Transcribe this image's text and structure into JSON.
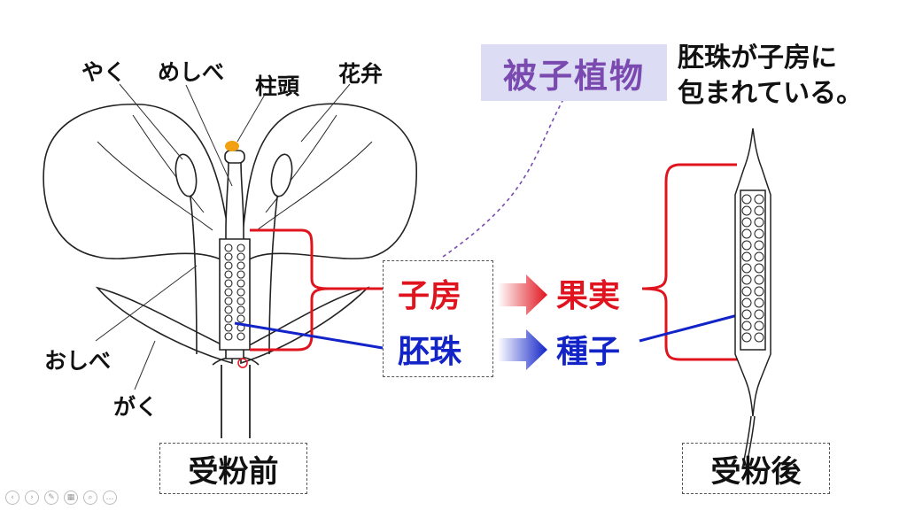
{
  "labels": {
    "anther": "やく",
    "pistil": "めしべ",
    "stigma": "柱頭",
    "petal": "花弁",
    "stamen": "おしべ",
    "sepal": "がく"
  },
  "title": "被子植物",
  "note": {
    "line1": "胚珠が子房に",
    "line2": "包まれている。"
  },
  "terms": {
    "ovary": "子房",
    "ovule": "胚珠",
    "fruit": "果実",
    "seed": "種子"
  },
  "captions": {
    "before": "受粉前",
    "after": "受粉後"
  },
  "colors": {
    "red": "#e0141e",
    "blue": "#1224c8",
    "title_purple": "#7a4ab0",
    "title_bg": "#dcdcf4",
    "stigma_orange": "#f0a010"
  },
  "toolbar_icons": [
    "prev-icon",
    "play-icon",
    "pen-icon",
    "slides-icon",
    "zoom-icon",
    "more-icon"
  ]
}
